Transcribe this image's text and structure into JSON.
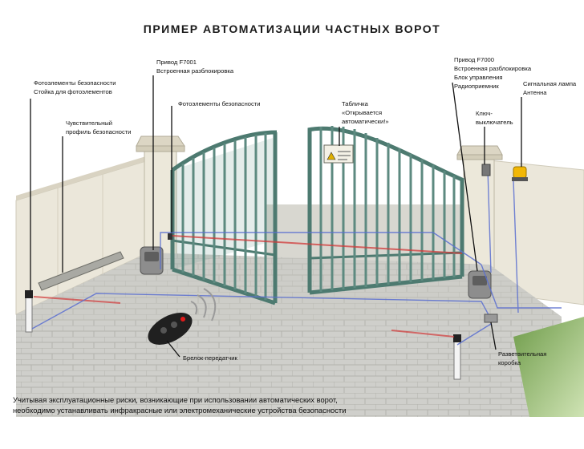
{
  "title": "ПРИМЕР АВТОМАТИЗАЦИИ ЧАСТНЫХ ВОРОТ",
  "labels": {
    "photocells_left": [
      "Фотоэлементы безопасности",
      "Стойка для фотоэлементов"
    ],
    "sensitive_profile": [
      "Чувствительный",
      "профиль безопасности"
    ],
    "drive_f7001": [
      "Привод F7001",
      "Встроенная разблокировка"
    ],
    "photocells_center": [
      "Фотоэлементы безопасности"
    ],
    "plate": [
      "Табличка",
      "«Открывается",
      "автоматически!»"
    ],
    "drive_f7000": [
      "Привод F7000",
      "Встроенная разблокировка",
      "Блок управления",
      "Радиоприемник"
    ],
    "signal_lamp": [
      "Сигнальная лампа",
      "Антенна"
    ],
    "key_switch": [
      "Ключ-",
      "выключатель"
    ],
    "key_fob": [
      "Брелок-передатчик"
    ],
    "junction_box": [
      "Разветвительная",
      "коробка"
    ]
  },
  "footer": [
    "Учитывая эксплуатационные  риски, возникающие при использовании автоматических ворот,",
    "необходимо устанавливать инфракрасные или электромеханические устройства безопасности"
  ],
  "colors": {
    "gate": "#5f8a80",
    "gate_dark": "#3e645c",
    "wall": "#e8e4d6",
    "paving": "#c8c8c4",
    "beam": "#d23a3a",
    "wire": "#5a6fd0",
    "lamp": "#f2b705"
  },
  "icons": [
    "key-fob-icon",
    "signal-waves-icon",
    "warning-sign-icon"
  ]
}
